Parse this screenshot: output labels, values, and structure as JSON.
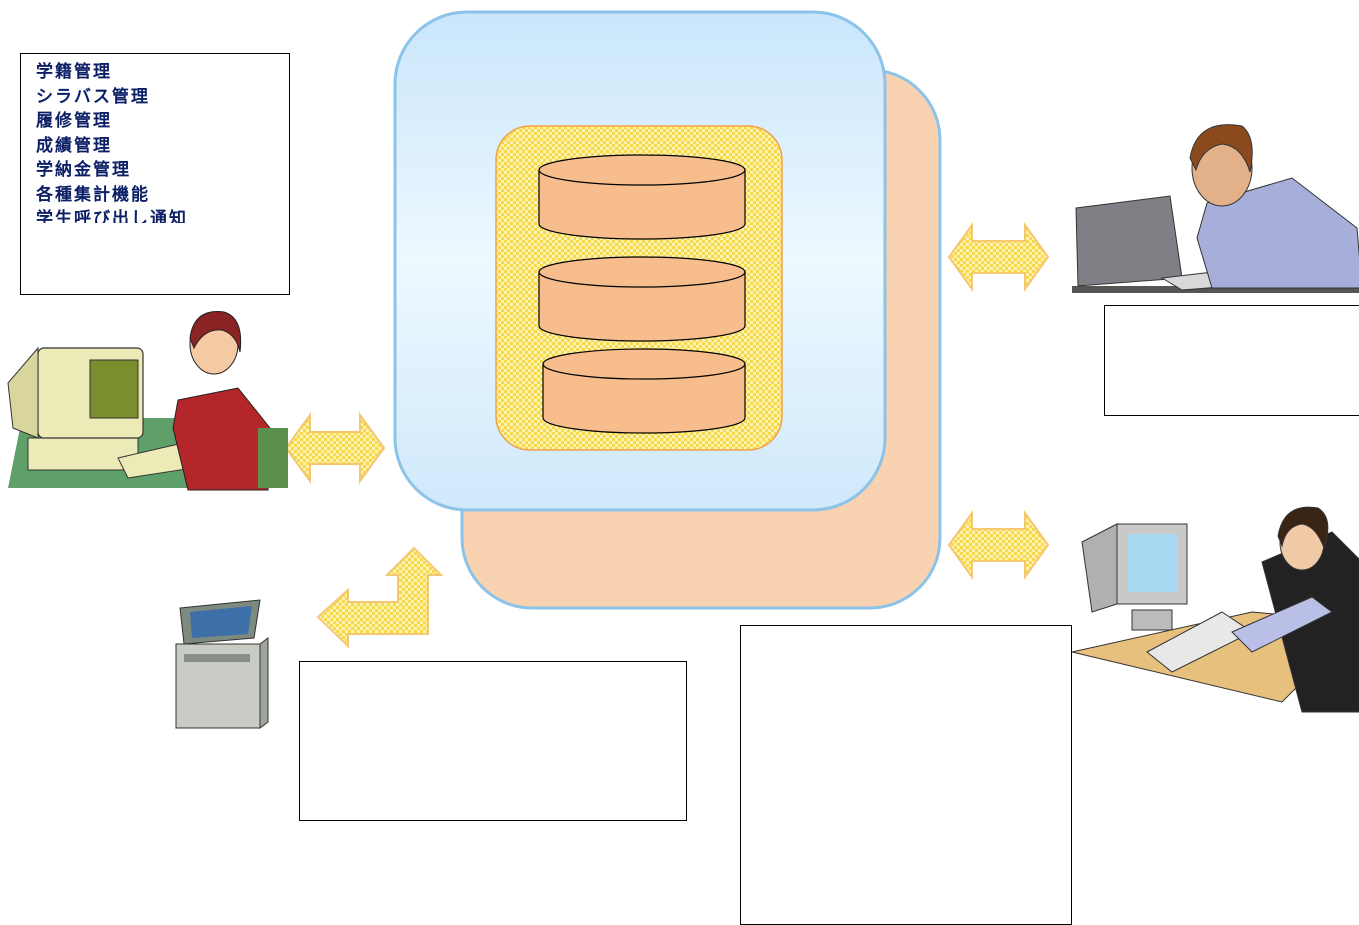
{
  "feature_box": {
    "items": [
      "学籍管理",
      "シラバス管理",
      "履修管理",
      "成績管理",
      "学納金管理",
      "各種集計機能",
      "学生呼び出し通知"
    ]
  },
  "colors": {
    "text_navy": "#0c1f66",
    "server_front_blue": "#cfe9fb",
    "server_back_peach": "#f9d2b2",
    "database_cylinder": "#f7bd8c",
    "arrow_fill_yellow": "#fdeb8a",
    "arrow_stroke": "#f5c773",
    "outline_blue": "#8cc3e8"
  },
  "icons": [
    "student-at-desktop-icon",
    "kiosk-terminal-icon",
    "laptop-user-icon",
    "desk-pc-user-icon"
  ]
}
